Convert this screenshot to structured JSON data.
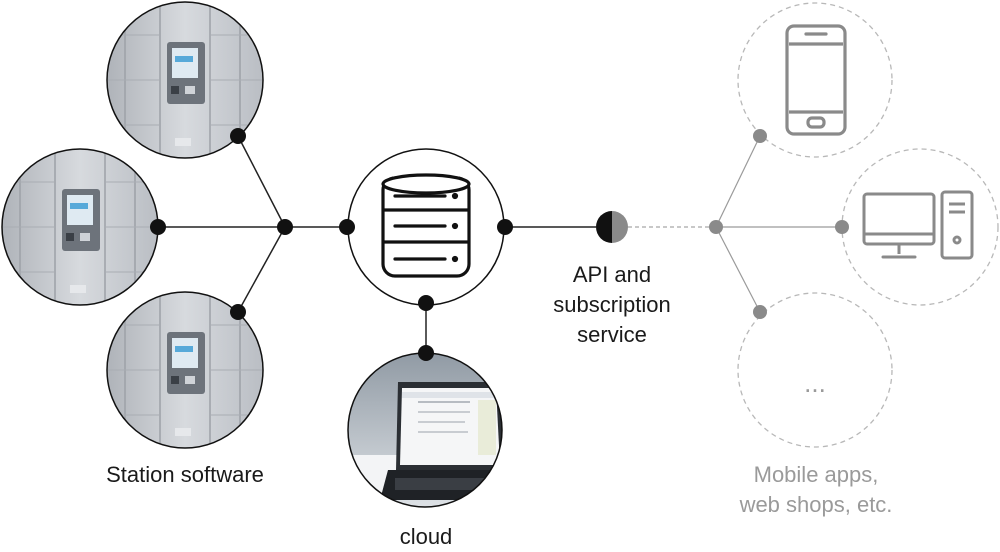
{
  "labels": {
    "station": "Station software",
    "cloud": "cloud",
    "api_line1": "API and",
    "api_line2": "subscription",
    "api_line3": "service",
    "clients_line1": "Mobile apps,",
    "clients_line2": "web shops, etc.",
    "more_clients": "..."
  },
  "colors": {
    "dark": "#111111",
    "gray": "#8a8a8a",
    "dashed": "#bdbdbd",
    "locker": "#c9ccd1"
  },
  "icons": {
    "database": "database-icon",
    "phone": "smartphone-icon",
    "desktop": "desktop-computer-icon",
    "laptop": "laptop-photo",
    "locker": "parcel-locker-photo"
  }
}
